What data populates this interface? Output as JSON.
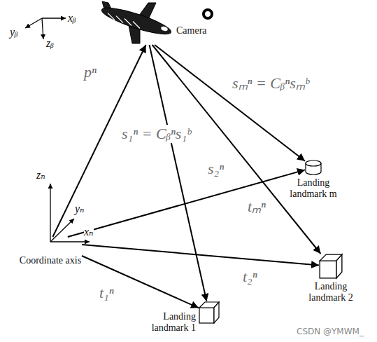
{
  "diagram": {
    "nodes": [
      {
        "text": [
          "Camera"
        ]
      },
      {
        "text": [
          "Coordinate axis"
        ]
      },
      {
        "text": [
          "Landing landmark m"
        ]
      },
      {
        "text": [
          "Landing landmark 2"
        ]
      },
      {
        "text": [
          "Landing landmark 1"
        ]
      }
    ],
    "edges": [
      {
        "from": 1,
        "to": 0,
        "label": "pⁿ",
        "arrow": "to"
      },
      {
        "from": 0,
        "to": 4,
        "label": "s₁ⁿ = Cᵦⁿs₁ᵇ",
        "arrow": "to"
      },
      {
        "from": 0,
        "to": 2,
        "label": "sₘⁿ = Cᵦⁿsₘᵇ",
        "arrow": "to"
      },
      {
        "from": 0,
        "to": 3,
        "label": "s₂ⁿ",
        "arrow": "to"
      },
      {
        "from": 1,
        "to": 4,
        "label": "t₁ⁿ",
        "arrow": "to"
      },
      {
        "from": 1,
        "to": 2,
        "label": "tₘⁿ",
        "arrow": "to"
      },
      {
        "from": 1,
        "to": 3,
        "label": "t₂ⁿ",
        "arrow": "to"
      }
    ],
    "labels": [
      "xᵦ",
      "yᵦ",
      "zᵦ",
      "zₙ",
      "yₙ",
      "xₙ",
      "CSDN @YMWM_"
    ]
  }
}
